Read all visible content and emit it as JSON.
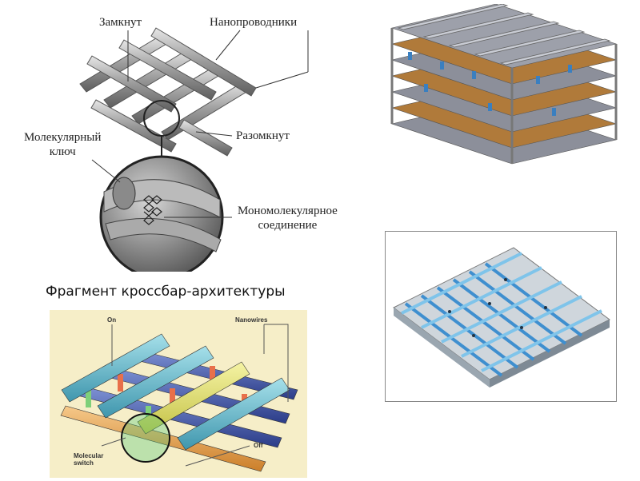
{
  "top_left": {
    "label_closed": "Замкнут",
    "label_nanowires": "Нанопроводники",
    "label_molecular_key": "Молекулярный\nключ",
    "label_open": "Разомкнут",
    "label_monomolecular": "Мономолекулярное\nсоединение"
  },
  "caption": "Фрагмент кроссбар-архитектуры",
  "bottom_left": {
    "label_on": "On",
    "label_nanowires": "Nanowires",
    "label_off": "Off",
    "label_molecular_switch": "Molecular\nswitch"
  },
  "colors": {
    "wire_gray": "#a8a8a8",
    "stack_gray": "#8c8f9a",
    "stack_brown": "#b07a3a",
    "stack_blue": "#3a7fc0",
    "cyan_wire": "#5fb7c9",
    "yellow_wire": "#e2e06a",
    "orange_wire": "#e8a24a",
    "navy_wire": "#3f55a8",
    "panel_bg": "#f6eec8",
    "light_blue_wire": "#7fc4ea"
  }
}
